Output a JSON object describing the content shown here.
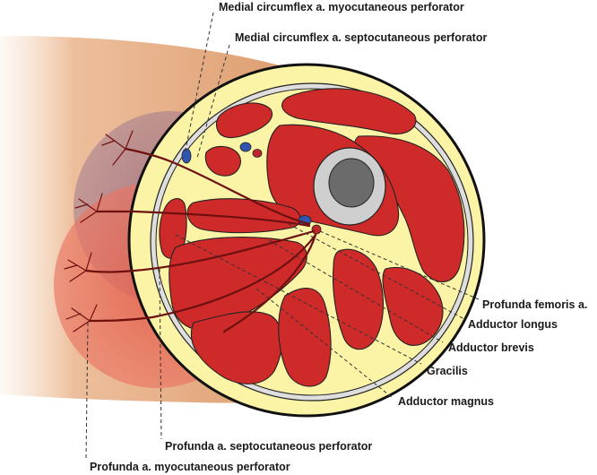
{
  "labels": {
    "medial_myocutaneous": "Medial circumflex a. myocutaneous perforator",
    "medial_septocutaneous": "Medial circumflex a. septocutaneous perforator",
    "profunda_femoris": "Profunda femoris a.",
    "adductor_longus": "Adductor longus",
    "adductor_brevis": "Adductor brevis",
    "gracilis": "Gracilis",
    "adductor_magnus": "Adductor magnus",
    "profunda_septocutaneous": "Profunda a. septocutaneous perforator",
    "profunda_myocutaneous": "Profunda a. myocutaneous perforator"
  },
  "colors": {
    "muscle": "#cf2a2a",
    "fat": "#fbf3a6",
    "fascia": "#dedede",
    "bone": "#6b6b6b",
    "vein": "#2f55b0",
    "artery": "#c0242a",
    "vessel_branch": "#6e1010",
    "skin_outline": "#111111"
  }
}
